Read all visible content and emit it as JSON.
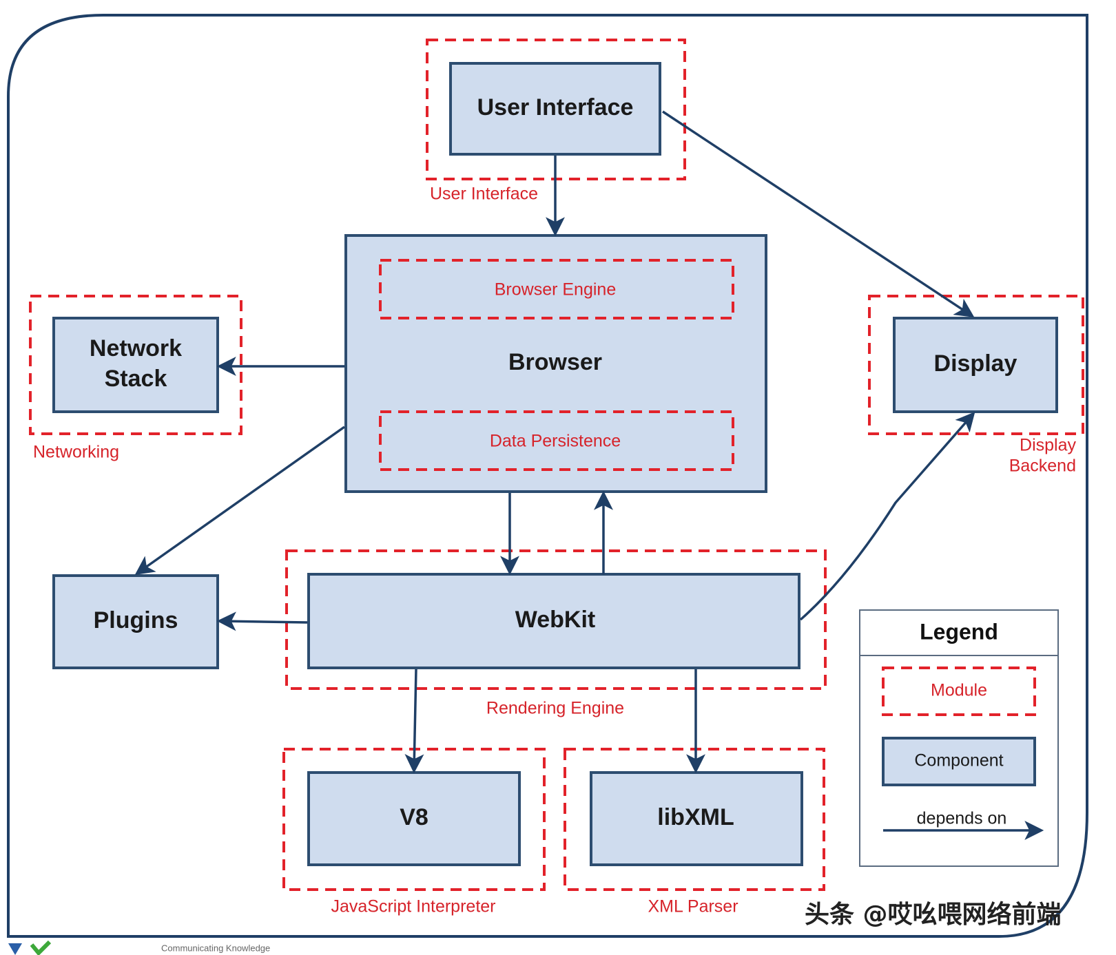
{
  "components": {
    "user_interface": "User Interface",
    "browser": "Browser",
    "network_stack_line1": "Network",
    "network_stack_line2": "Stack",
    "display": "Display",
    "webkit": "WebKit",
    "plugins": "Plugins",
    "v8": "V8",
    "libxml": "libXML"
  },
  "modules": {
    "user_interface": "User Interface",
    "browser_engine": "Browser Engine",
    "data_persistence": "Data Persistence",
    "networking": "Networking",
    "display_backend_line1": "Display",
    "display_backend_line2": "Backend",
    "rendering_engine": "Rendering Engine",
    "javascript_interpreter": "JavaScript Interpreter",
    "xml_parser": "XML Parser"
  },
  "legend": {
    "title": "Legend",
    "module": "Module",
    "component": "Component",
    "depends_on": "depends on"
  },
  "watermark": "头条 @哎吆喂网络前端",
  "footer": "Communicating Knowledge",
  "colors": {
    "component_fill": "#cfdcee",
    "component_stroke": "#2d4d70",
    "module_stroke": "#e2222a",
    "arrow": "#1f3f66"
  }
}
